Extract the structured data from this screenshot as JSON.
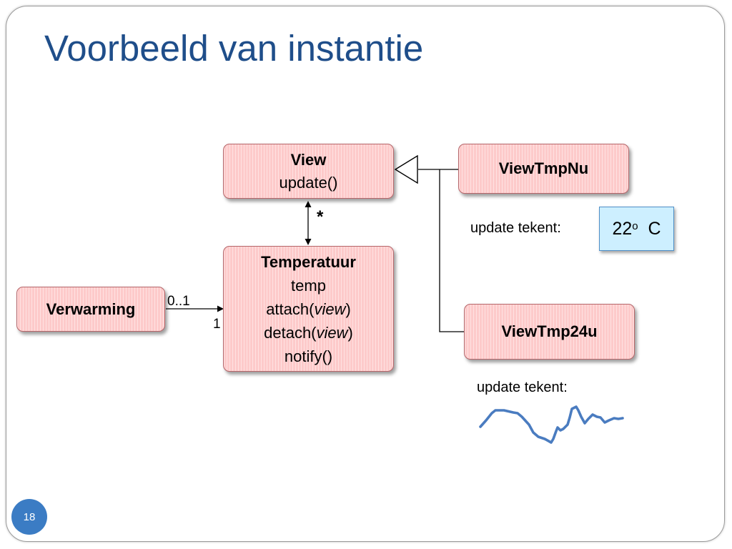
{
  "slide": {
    "title": "Voorbeeld van instantie",
    "page_number": "18"
  },
  "classes": {
    "view": {
      "name": "View",
      "members": [
        "update()"
      ]
    },
    "temperatuur": {
      "name": "Temperatuur",
      "members": [
        {
          "prefix": "temp",
          "param": "",
          "suffix": ""
        },
        {
          "prefix": "attach(",
          "param": "view",
          "suffix": ")"
        },
        {
          "prefix": "detach(",
          "param": "view",
          "suffix": ")"
        },
        {
          "prefix": "notify()",
          "param": "",
          "suffix": ""
        }
      ]
    },
    "verwarming": {
      "name": "Verwarming"
    },
    "view_tmp_nu": {
      "name": "ViewTmpNu"
    },
    "view_tmp_24u": {
      "name": "ViewTmp24u"
    }
  },
  "associations": {
    "view_temp_multiplicity": "*",
    "verwarming_side": "0..1",
    "temperatuur_side": "1"
  },
  "notes": {
    "nu_label": "update tekent:",
    "nu_value": "22",
    "nu_degree": "o",
    "nu_unit": "C",
    "h24_label": "update tekent:"
  },
  "colors": {
    "title": "#1f4e8a",
    "class_fill": "#fdcaca",
    "display_fill": "#cdefff",
    "sparkline": "#4a7cc0",
    "badge": "#3b7cc4"
  }
}
